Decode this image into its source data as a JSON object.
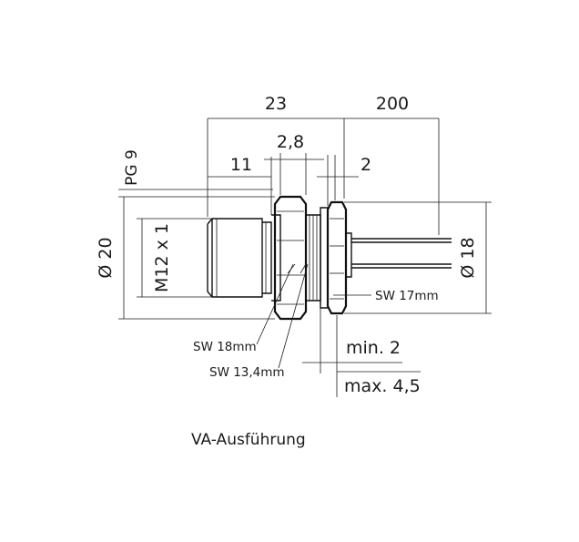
{
  "dimensions": {
    "d23": "23",
    "d200": "200",
    "d2_8": "2,8",
    "d11": "11",
    "d2": "2",
    "pg9": "PG 9",
    "dia20": "Ø 20",
    "m12": "M12 x 1",
    "dia18": "Ø 18",
    "sw17": "SW 17mm",
    "sw18": "SW 18mm",
    "sw13_4": "SW 13,4mm",
    "min2": "min. 2",
    "max4_5": "max. 4,5"
  },
  "caption": "VA-Ausführung"
}
